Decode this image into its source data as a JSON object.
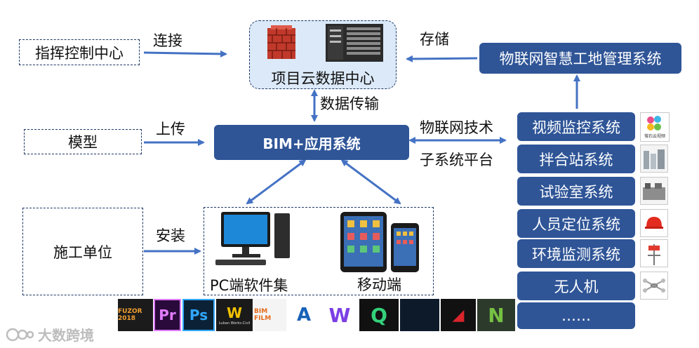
{
  "left": {
    "command_center": "指挥控制中心",
    "connect": "连接",
    "model": "模型",
    "upload": "上传",
    "construction_unit": "施工单位",
    "install": "安装"
  },
  "center": {
    "cloud_center": "项目云数据中心",
    "data_transfer": "数据传输",
    "bim_system": "BIM+应用系统",
    "pc_software": "PC端软件集",
    "mobile": "移动端"
  },
  "right": {
    "storage": "存储",
    "iot_management": "物联网智慧工地管理系统",
    "iot_tech": "物联网技术",
    "subsystem_platform": "子系统平台",
    "subsystems": [
      "视频监控系统",
      "拌合站系统",
      "试验室系统",
      "人员定位系统",
      "环境监测系统",
      "无人机",
      "……"
    ],
    "video_thumb_caption": "萤石云视频"
  },
  "software_tiles": [
    {
      "text": "FUZOR 2018",
      "bg": "#1b1b1b",
      "fg": "#f0a030"
    },
    {
      "text": "Pr",
      "bg": "#2a0a3a",
      "fg": "#e07cff"
    },
    {
      "text": "Ps",
      "bg": "#0b2236",
      "fg": "#31a8ff"
    },
    {
      "text": "W",
      "bg": "#1a1a1a",
      "fg": "#f2c200",
      "caption": "Luban Works-Civil"
    },
    {
      "text": "BIM FILM",
      "bg": "#f4f4f4",
      "fg": "#e36b1c"
    },
    {
      "text": "A",
      "bg": "#ffffff",
      "fg": "#1861b8"
    },
    {
      "text": "W",
      "bg": "#ffffff",
      "fg": "#7b3fe4"
    },
    {
      "text": "Q",
      "bg": "#111111",
      "fg": "#33d17a"
    },
    {
      "text": "",
      "bg": "#0c1a2a",
      "fg": "#5aa0ff"
    },
    {
      "text": "◢",
      "bg": "#111111",
      "fg": "#d9242b"
    },
    {
      "text": "N",
      "bg": "#2c3a2c",
      "fg": "#76c043"
    }
  ],
  "watermark": "大数跨境",
  "colors": {
    "primary": "#2f5597",
    "arrow": "#4472c4",
    "dash": "#1f3864"
  }
}
